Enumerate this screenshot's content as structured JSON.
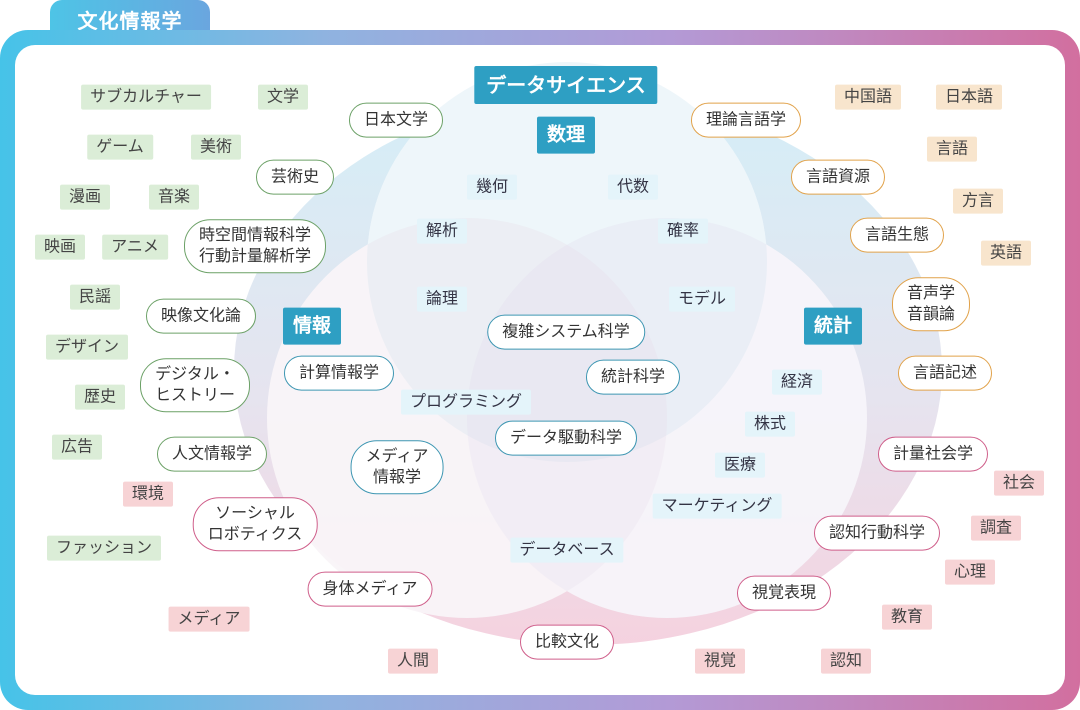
{
  "tab_title": "文化情報学",
  "headers": {
    "data_science": "データサイエンス",
    "suri": "数理",
    "joho": "情報",
    "tokei": "統計"
  },
  "math_terms": [
    "幾何",
    "代数",
    "解析",
    "確率",
    "論理",
    "モデル"
  ],
  "center_terms": {
    "complex_systems": "複雑システム科学",
    "statistical_science": "統計科学",
    "computational_informatics": "計算情報学",
    "programming": "プログラミング",
    "data_driven_science": "データ駆動科学",
    "media_informatics": [
      "メディア",
      "情報学"
    ],
    "database": "データベース"
  },
  "stats_terms": [
    "経済",
    "株式",
    "医療",
    "マーケティング"
  ],
  "humanities_pills": {
    "japanese_literature": "日本文学",
    "art_history": "芸術史",
    "spatiotemporal": [
      "時空間情報科学",
      "行動計量解析学"
    ],
    "visual_culture": "映像文化論",
    "digital_history": [
      "デジタル・",
      "ヒストリー"
    ],
    "humanities_informatics": "人文情報学"
  },
  "humanities_tags": [
    "サブカルチャー",
    "文学",
    "ゲーム",
    "美術",
    "漫画",
    "音楽",
    "映画",
    "アニメ",
    "民謡",
    "デザイン",
    "歴史",
    "広告",
    "ファッション"
  ],
  "language_pills": {
    "theoretical_linguistics": "理論言語学",
    "language_resources": "言語資源",
    "language_ecology": "言語生態",
    "phonetics": [
      "音声学",
      "音韻論"
    ],
    "language_description": "言語記述"
  },
  "language_tags": [
    "中国語",
    "日本語",
    "言語",
    "方言",
    "英語"
  ],
  "social_pills": {
    "social_robotics": [
      "ソーシャル",
      "ロボティクス"
    ],
    "body_media": "身体メディア",
    "comparative_culture": "比較文化",
    "visual_expression": "視覚表現",
    "cognitive_behavior": "認知行動科学",
    "quantitative_sociology": "計量社会学"
  },
  "social_tags": [
    "環境",
    "メディア",
    "人間",
    "視覚",
    "認知",
    "教育",
    "心理",
    "調査",
    "社会"
  ],
  "colors": {
    "frame_gradient": [
      "#46c3e8",
      "#8fb3e0",
      "#b39ad6",
      "#d26f9f"
    ],
    "header": "#2e9fc3",
    "circle_top": "#d7eff7",
    "circle_left": "#e7ebf2",
    "circle_right": "#e4e3ef",
    "bottom_overlap": "#f1dbe6"
  }
}
